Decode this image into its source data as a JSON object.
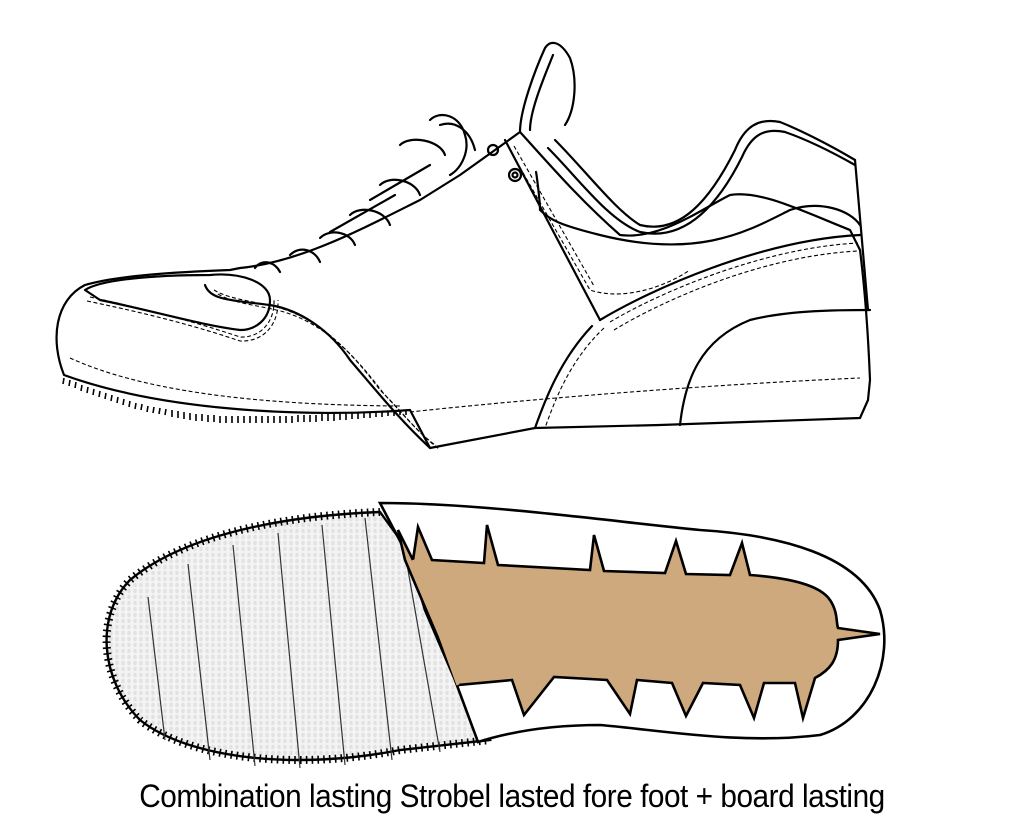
{
  "figure": {
    "caption": "Combination lasting Strobel lasted fore foot + board lasting",
    "views": [
      {
        "id": "side-view",
        "label": "Sneaker side view (line drawing)"
      },
      {
        "id": "bottom-view",
        "label": "Bottom view of lasted upper"
      }
    ],
    "regions": {
      "forefoot": {
        "method": "Strobel lasting",
        "fill": "#ececec",
        "pattern": "stitched sock, dotted texture"
      },
      "rearfoot": {
        "method": "Board lasting",
        "fill": "#cea97d"
      }
    },
    "colors": {
      "outline": "#000000",
      "board": "#cea97d",
      "strobel_sock": "#ececec",
      "background": "#ffffff"
    }
  }
}
